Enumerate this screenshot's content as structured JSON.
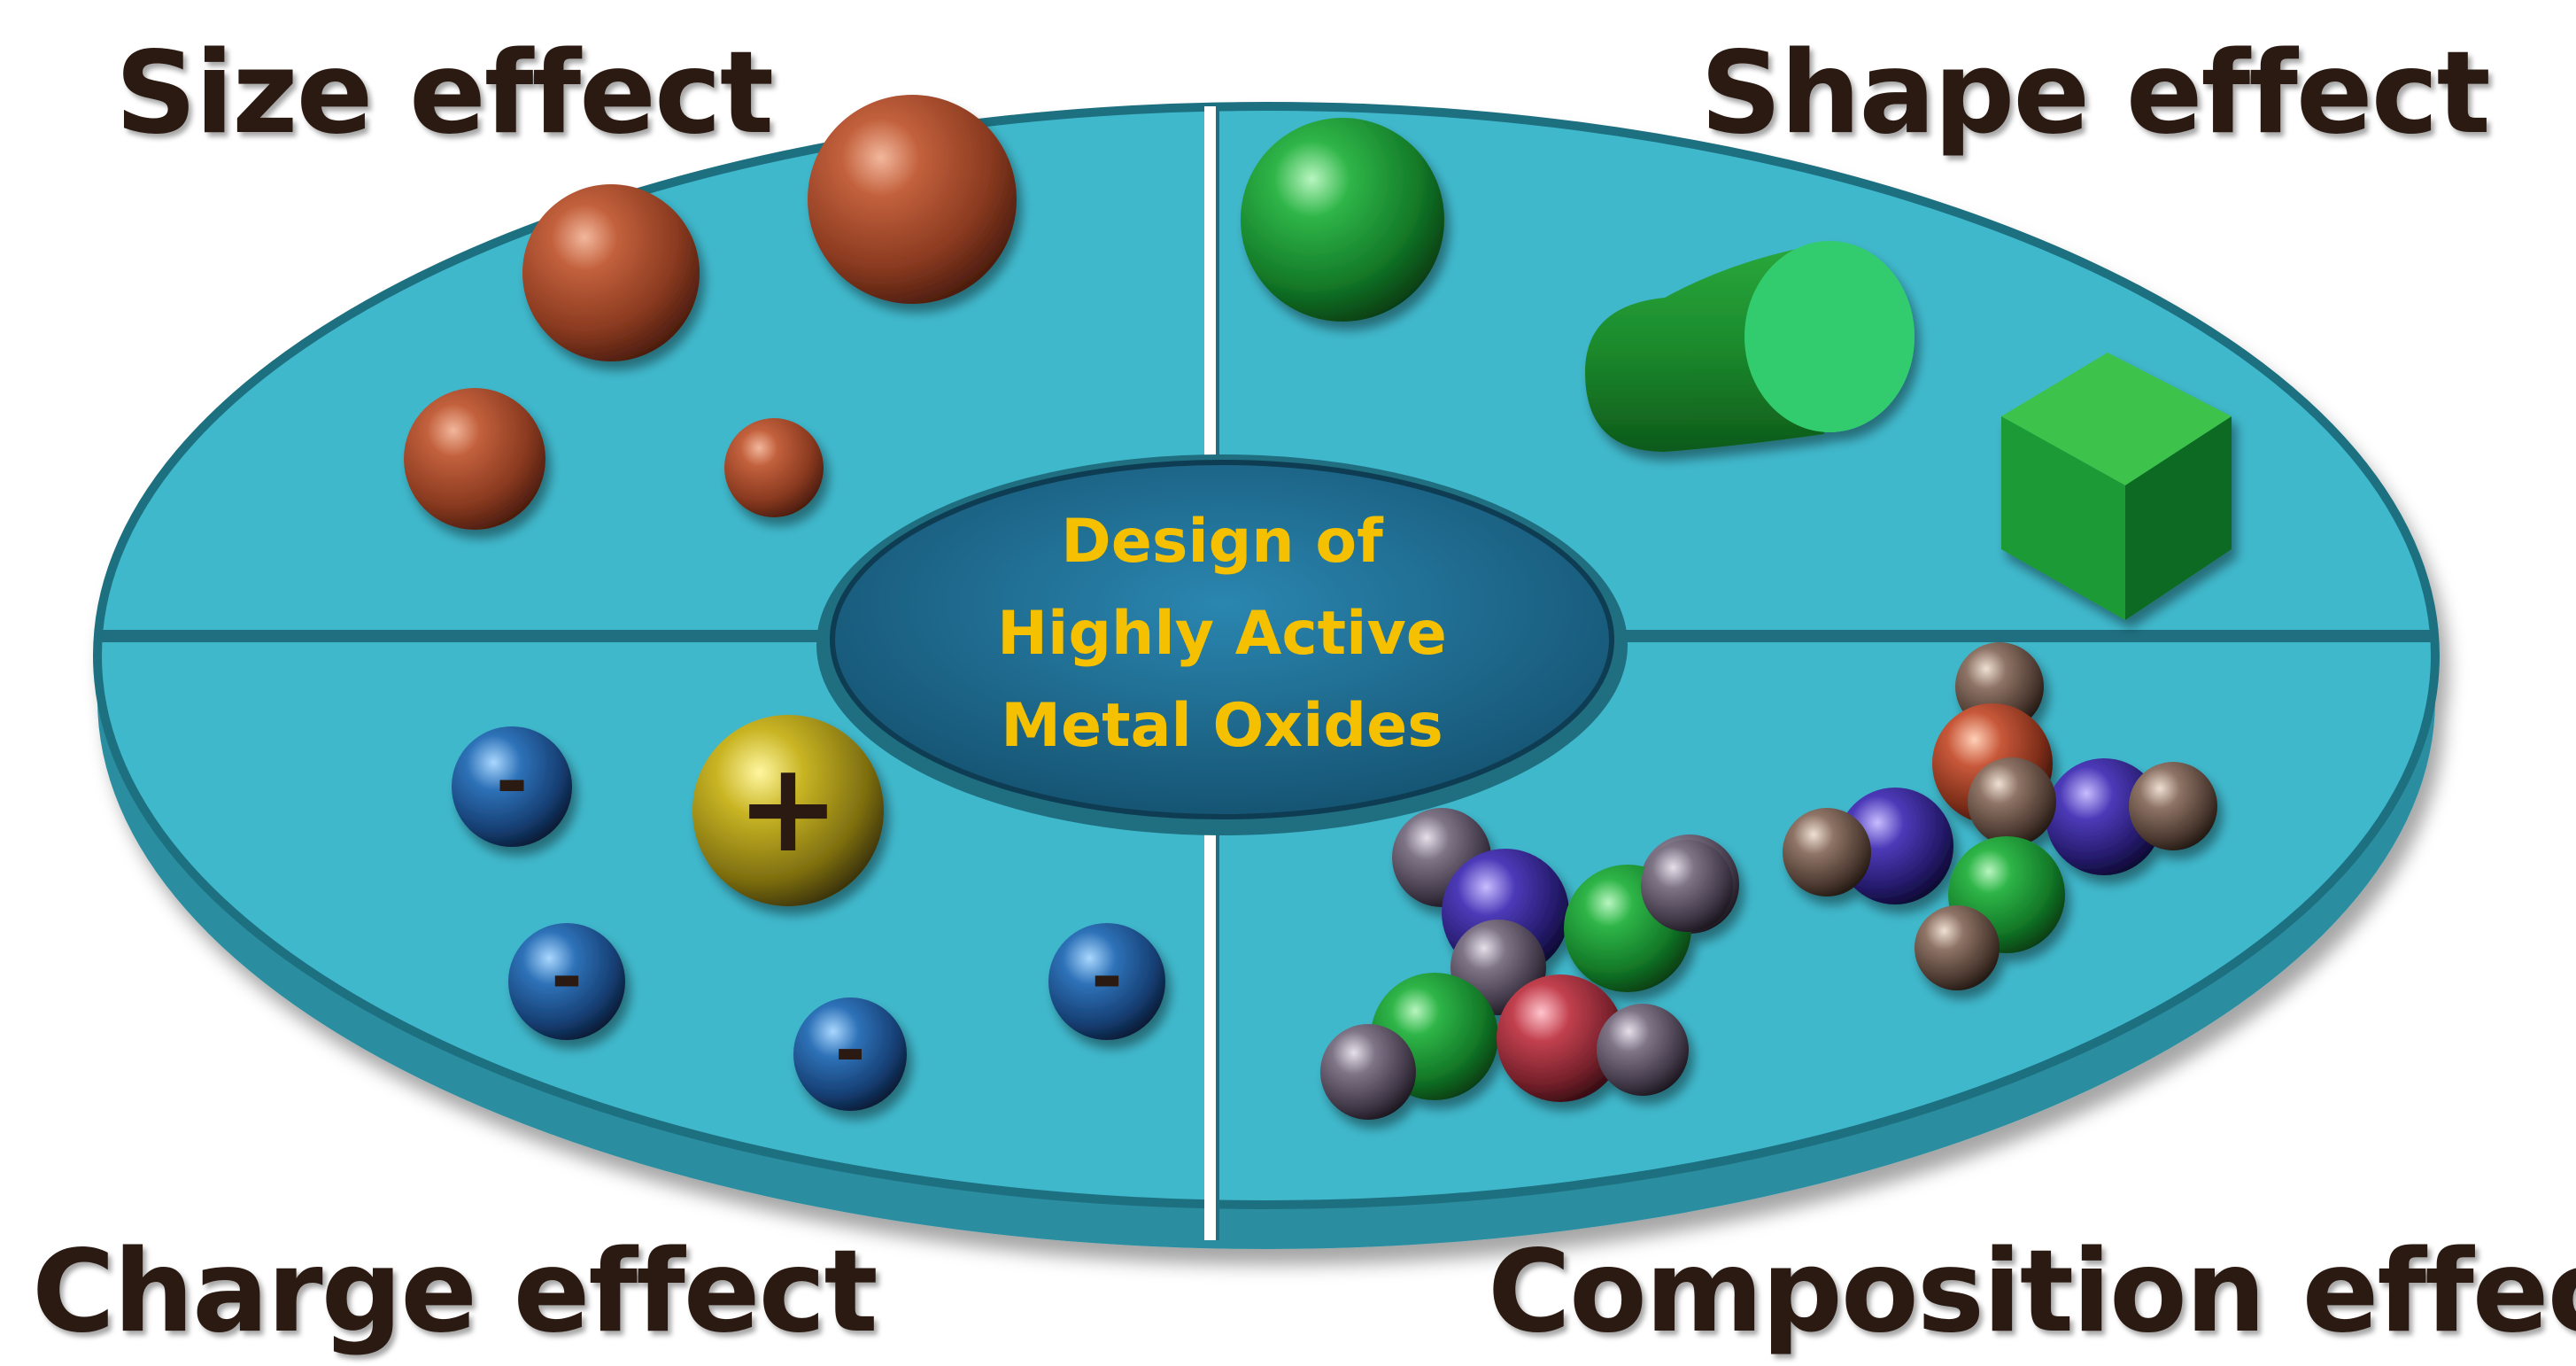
{
  "labels": {
    "size": "Size effect",
    "shape": "Shape effect",
    "charge": "Charge effect",
    "composition": "Composition effect"
  },
  "center": {
    "line1": "Design of",
    "line2": "Highly Active",
    "line3": "Metal Oxides"
  },
  "charge_signs": {
    "positive": "+",
    "negative": "-"
  },
  "colors": {
    "platter": "#3fb8cc",
    "platter_edge": "#1f6f80",
    "center_disc": "#1d6c92",
    "center_text": "#f5c000",
    "copper_sphere": "#a2472a",
    "green": "#27a43c",
    "blue_ion": "#1c5a9a",
    "gold_ion": "#c4b420",
    "label_text": "#2a1a12"
  },
  "icons": {
    "size_particles": "sphere-icon",
    "shape_cylinder": "cylinder-icon",
    "shape_cube": "cube-icon",
    "charge_positive": "plus-ion-icon",
    "charge_negative": "minus-ion-icon",
    "composition_cluster": "molecule-cluster-icon"
  }
}
